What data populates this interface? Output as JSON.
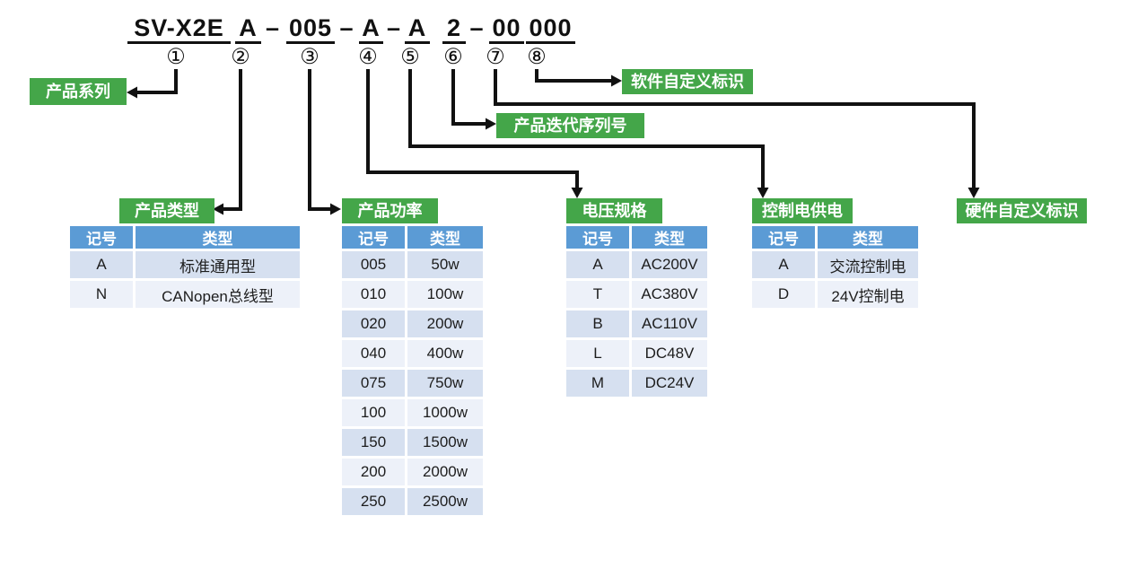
{
  "model_code": {
    "segments": [
      "SV-X2E",
      "A",
      "005",
      "A",
      "A",
      "2",
      "00",
      "000"
    ],
    "separator": "–",
    "markers": [
      "①",
      "②",
      "③",
      "④",
      "⑤",
      "⑥",
      "⑦",
      "⑧"
    ]
  },
  "callouts": {
    "product_series": "产品系列",
    "product_type": "产品类型",
    "product_power": "产品功率",
    "voltage_spec": "电压规格",
    "control_power": "控制电供电",
    "iteration_serial": "产品迭代序列号",
    "software_id": "软件自定义标识",
    "hardware_id": "硬件自定义标识"
  },
  "table_columns": [
    "记号",
    "类型"
  ],
  "tables": {
    "product_type": [
      [
        "A",
        "标准通用型"
      ],
      [
        "N",
        "CANopen总线型"
      ]
    ],
    "product_power": [
      [
        "005",
        "50w"
      ],
      [
        "010",
        "100w"
      ],
      [
        "020",
        "200w"
      ],
      [
        "040",
        "400w"
      ],
      [
        "075",
        "750w"
      ],
      [
        "100",
        "1000w"
      ],
      [
        "150",
        "1500w"
      ],
      [
        "200",
        "2000w"
      ],
      [
        "250",
        "2500w"
      ]
    ],
    "voltage_spec": [
      [
        "A",
        "AC200V"
      ],
      [
        "T",
        "AC380V"
      ],
      [
        "B",
        "AC110V"
      ],
      [
        "L",
        "DC48V"
      ],
      [
        "M",
        "DC24V"
      ]
    ],
    "control_power": [
      [
        "A",
        "交流控制电"
      ],
      [
        "D",
        "24V控制电"
      ]
    ]
  },
  "colors": {
    "accent_green": "#44A649",
    "header_blue": "#5B9BD5",
    "row_alt_dark": "#D6E0F0",
    "row_alt_light": "#EDF1F9",
    "line_black": "#111111"
  }
}
